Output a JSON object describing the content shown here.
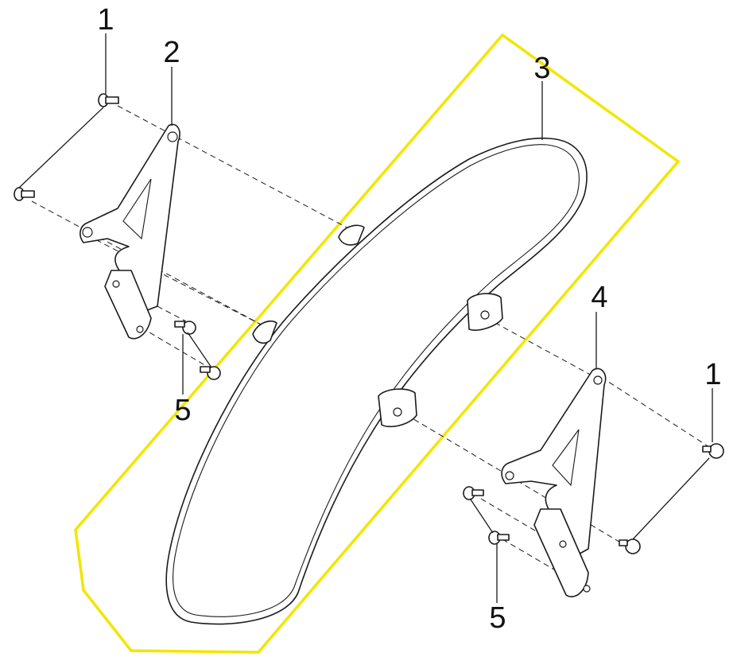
{
  "colors": {
    "highlight": "#f2e600",
    "line": "#1a1a1a",
    "background": "#ffffff"
  },
  "callouts": {
    "label_1_top": "1",
    "label_2": "2",
    "label_3": "3",
    "label_4": "4",
    "label_1_right": "1",
    "label_5_left": "5",
    "label_5_bottom": "5"
  }
}
